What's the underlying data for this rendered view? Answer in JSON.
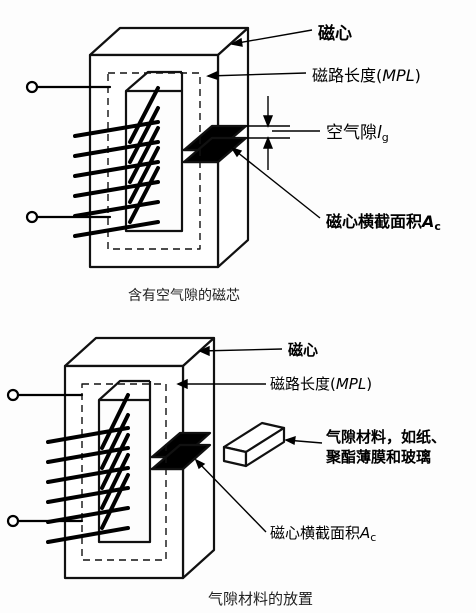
{
  "top": {
    "labels": {
      "core": "磁心",
      "mpl_prefix": "磁路长度(",
      "mpl_abbr": "MPL",
      "mpl_suffix": ")",
      "gap_prefix": "空气隙",
      "gap_symbol": "l",
      "gap_sub": "g",
      "area_prefix": "磁心横截面积",
      "area_symbol": "A",
      "area_sub": "c"
    },
    "caption": "含有空气隙的磁芯"
  },
  "bottom": {
    "labels": {
      "core": "磁心",
      "mpl_prefix": "磁路长度(",
      "mpl_abbr": "MPL",
      "mpl_suffix": ")",
      "material_line1": "气隙材料，如纸、",
      "material_line2": "聚酯薄膜和玻璃",
      "area_prefix": "磁心横截面积",
      "area_symbol": "A",
      "area_sub": "c"
    },
    "caption": "气隙材料的放置"
  }
}
